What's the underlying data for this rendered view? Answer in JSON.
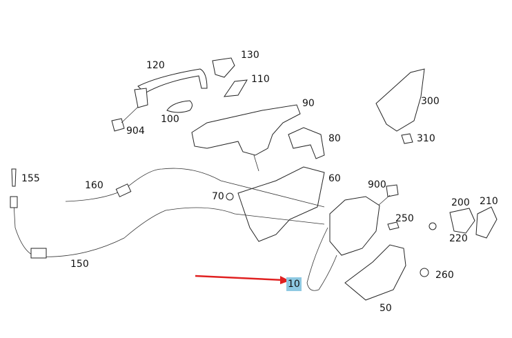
{
  "diagram": {
    "highlighted_part": "10",
    "highlight_color": "#8ec9e2",
    "arrow_color": "#e02020",
    "parts": [
      {
        "id": "120",
        "label": "120"
      },
      {
        "id": "130",
        "label": "130"
      },
      {
        "id": "110",
        "label": "110"
      },
      {
        "id": "90",
        "label": "90"
      },
      {
        "id": "100",
        "label": "100"
      },
      {
        "id": "904",
        "label": "904"
      },
      {
        "id": "300",
        "label": "300"
      },
      {
        "id": "80",
        "label": "80"
      },
      {
        "id": "310",
        "label": "310"
      },
      {
        "id": "155",
        "label": "155"
      },
      {
        "id": "160",
        "label": "160"
      },
      {
        "id": "60",
        "label": "60"
      },
      {
        "id": "900",
        "label": "900"
      },
      {
        "id": "70",
        "label": "70"
      },
      {
        "id": "200",
        "label": "200"
      },
      {
        "id": "210",
        "label": "210"
      },
      {
        "id": "250",
        "label": "250"
      },
      {
        "id": "220",
        "label": "220"
      },
      {
        "id": "150",
        "label": "150"
      },
      {
        "id": "260",
        "label": "260"
      },
      {
        "id": "10",
        "label": "10"
      },
      {
        "id": "50",
        "label": "50"
      }
    ]
  }
}
